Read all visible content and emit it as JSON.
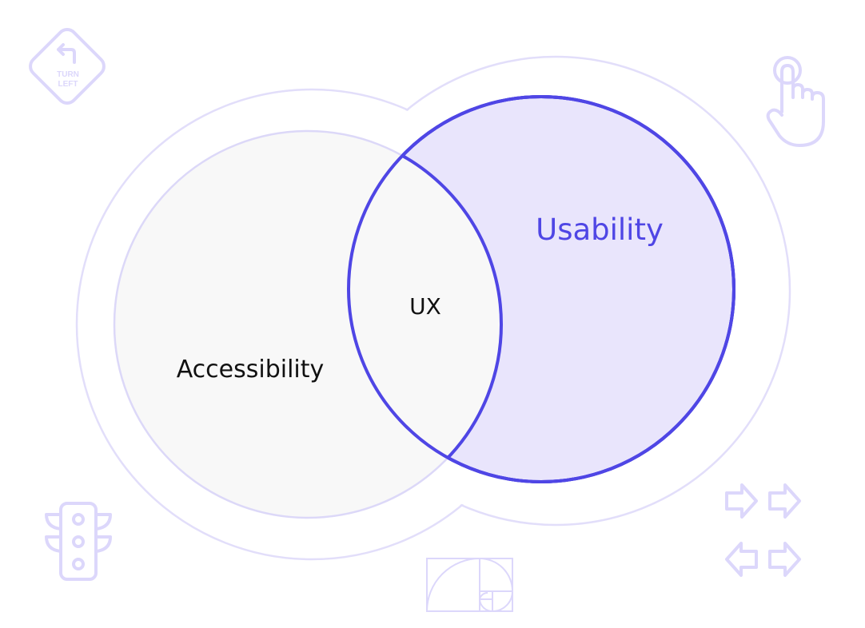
{
  "diagram": {
    "title": "UX Venn diagram",
    "sets": [
      {
        "id": "accessibility",
        "label": "Accessibility",
        "fill": "#f8f8f8",
        "stroke": "#dcd8f8"
      },
      {
        "id": "usability",
        "label": "Usability",
        "fill": "#e9e5fc",
        "stroke": "#4f46e5"
      }
    ],
    "intersection_label": "UX",
    "colors": {
      "accent": "#4f46e5",
      "light_outline": "#dcd8f8",
      "text": "#111111"
    }
  },
  "decorations": {
    "turn_left_sign": {
      "icon": "turn-left-sign-icon",
      "text_line1": "TURN",
      "text_line2": "LEFT"
    },
    "hand_icon": "pointing-hand-icon",
    "traffic_light_icon": "traffic-light-icon",
    "arrows_icon": "arrow-keys-icon",
    "golden_ratio_icon": "golden-spiral-icon"
  }
}
